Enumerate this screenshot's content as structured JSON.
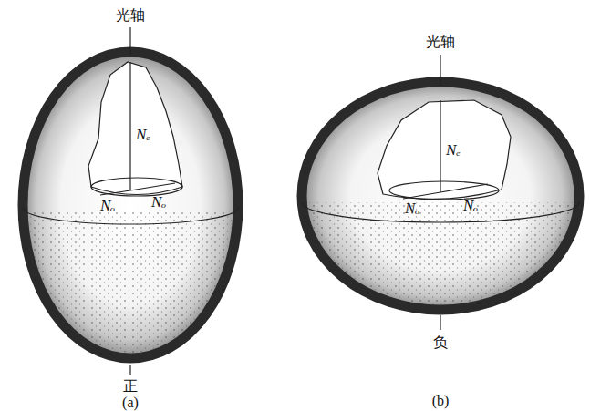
{
  "diagram": {
    "labels": [
      "光轴",
      "Nₑ",
      "Nₒ",
      "Nₒ",
      "正",
      "(a)",
      "光轴",
      "Nₑ",
      "Nₒ",
      "Nₒ",
      "负",
      "(b)"
    ]
  }
}
